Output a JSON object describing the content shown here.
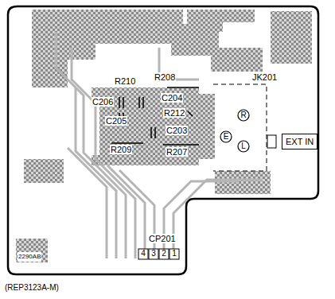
{
  "diagram": {
    "caption": "(REP3123A-M)",
    "nodes": [
      {
        "text": [
          "EXT IN"
        ]
      }
    ],
    "labels": [
      "R210",
      "R208",
      "JK201",
      "C206",
      "C204",
      "R212",
      "C205",
      "C203",
      "R209",
      "R207",
      "R",
      "E",
      "L",
      "CP201",
      "4",
      "3",
      "2",
      "1",
      "2290AB"
    ]
  }
}
